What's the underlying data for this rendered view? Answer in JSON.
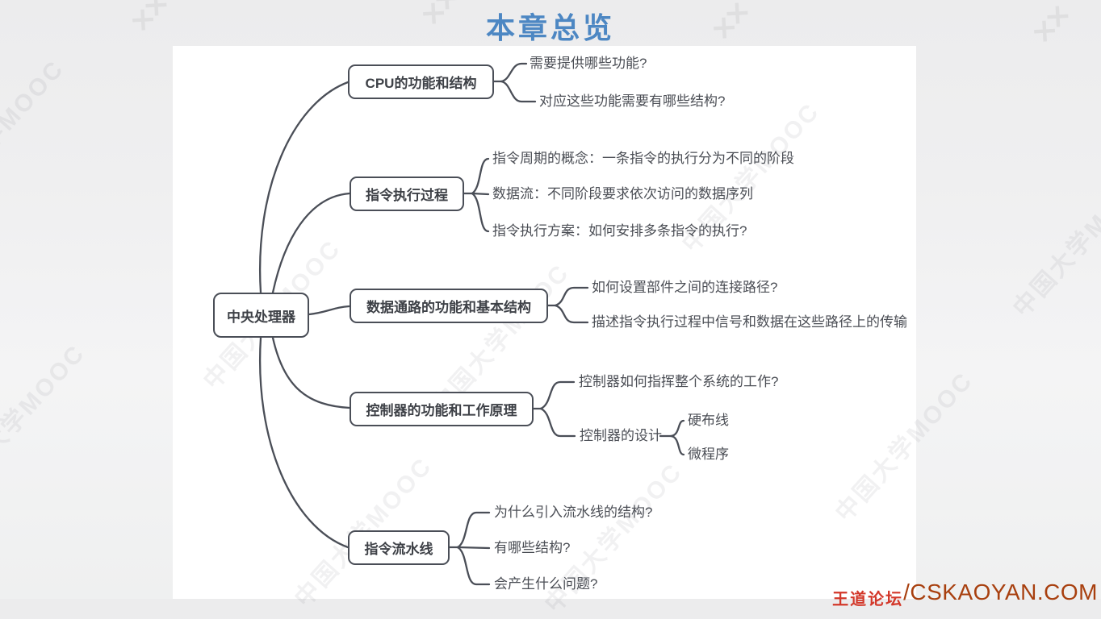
{
  "title": "本章总览",
  "watermark": {
    "text": "中国大学MOOC",
    "lattice": "✕✕"
  },
  "footer": {
    "prefix": "王道论坛",
    "site": "/CSKAOYAN.COM"
  },
  "colors": {
    "title_blue": "#4d87c3",
    "line_dark": "#4a4e57",
    "panel_white": "#ffffff",
    "footer_rust": "#a8400f",
    "footer_red": "#d3382a"
  },
  "map": {
    "root": {
      "label": "中央处理器"
    },
    "branches": [
      {
        "label": "CPU的功能和结构",
        "children": [
          {
            "label": "需要提供哪些功能?"
          },
          {
            "label": "对应这些功能需要有哪些结构?"
          }
        ]
      },
      {
        "label": "指令执行过程",
        "children": [
          {
            "label": "指令周期的概念：一条指令的执行分为不同的阶段"
          },
          {
            "label": "数据流：不同阶段要求依次访问的数据序列"
          },
          {
            "label": "指令执行方案：如何安排多条指令的执行?"
          }
        ]
      },
      {
        "label": "数据通路的功能和基本结构",
        "children": [
          {
            "label": "如何设置部件之间的连接路径?"
          },
          {
            "label": "描述指令执行过程中信号和数据在这些路径上的传输"
          }
        ]
      },
      {
        "label": "控制器的功能和工作原理",
        "children": [
          {
            "label": "控制器如何指挥整个系统的工作?"
          },
          {
            "label": "控制器的设计",
            "children": [
              {
                "label": "硬布线"
              },
              {
                "label": "微程序"
              }
            ]
          }
        ]
      },
      {
        "label": "指令流水线",
        "children": [
          {
            "label": "为什么引入流水线的结构?"
          },
          {
            "label": "有哪些结构?"
          },
          {
            "label": "会产生什么问题?"
          }
        ]
      }
    ]
  }
}
